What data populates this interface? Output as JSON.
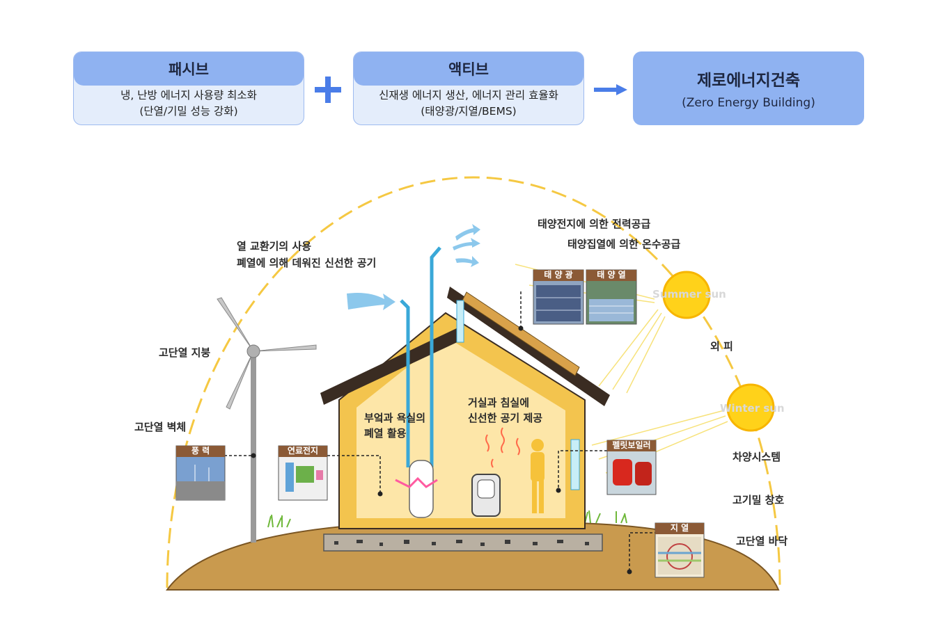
{
  "top": {
    "passive": {
      "title": "패시브",
      "line1": "냉, 난방 에너지 사용량 최소화",
      "line2": "(단열/기밀 성능 강화)"
    },
    "active": {
      "title": "액티브",
      "line1": "신재생 에너지 생산, 에너지 관리 효율화",
      "line2": "(태양광/지열/BEMS)"
    },
    "zeb": {
      "title": "제로에너지건축",
      "subtitle": "(Zero Energy Building)"
    }
  },
  "labels": {
    "heat_exchanger_1": "열 교환기의 사용",
    "heat_exchanger_2": "폐열에 의해 데워진 신선한 공기",
    "solar_cell": "태양전지에 의한 전력공급",
    "solar_thermal": "태양집열에 의한 온수공급",
    "insulated_roof": "고단열 지붕",
    "insulated_wall": "고단열 벽체",
    "kitchen_1": "부엌과 욕실의",
    "kitchen_2": "폐열 활용",
    "living_1": "거실과 침실에",
    "living_2": "신선한 공기 제공",
    "shade": "외 피",
    "solar_shading": "차양시스템",
    "airtight_window": "고기밀 창호",
    "insulated_floor": "고단열 바닥",
    "summer_sun": "Summer sun",
    "winter_sun": "Winter sun"
  },
  "thumbnails": {
    "wind": "풍 력",
    "fuel_cell": "연료전지",
    "pv": "태 양 광",
    "solar_heat": "태 양 열",
    "pellet_boiler": "펠릿보일러",
    "geothermal": "지 열"
  },
  "colors": {
    "accent": "#8fb2f1",
    "accent_light": "#e4edfb",
    "plus": "#4a7de8",
    "dome": "#f5c842",
    "ground": "#c99a4e",
    "wall": "#f3c44e",
    "interior": "#fde6a8",
    "roof": "#3a2c22",
    "duct": "#3aa8d8",
    "sun": "#ffd21a"
  }
}
